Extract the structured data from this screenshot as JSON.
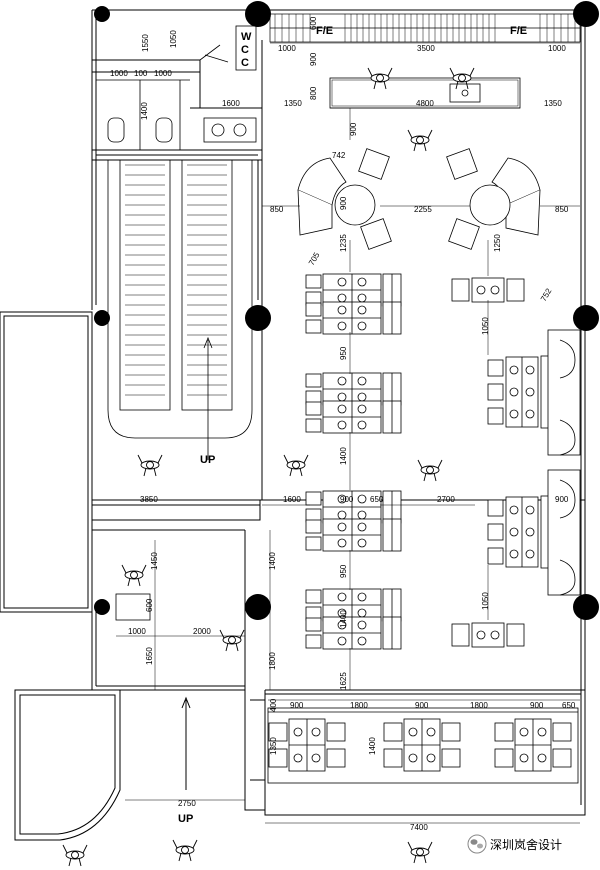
{
  "labels": {
    "fe_left": "F/E",
    "fe_right": "F/E",
    "wcc": "WCC",
    "up_stair": "UP",
    "up_entry": "UP",
    "watermark": "深圳岚舍设计"
  },
  "dims": {
    "d1550": "1550",
    "d1050a": "1050",
    "d600a": "600",
    "d900a": "900",
    "d800": "800",
    "d1000a": "1000",
    "d3500": "3500",
    "d1000b": "1000",
    "d1000c": "1000",
    "d100": "100",
    "d1000d": "1000",
    "d1400a": "1400",
    "d1600a": "1600",
    "d1350a": "1350",
    "d4800": "4800",
    "d1350b": "1350",
    "d900b": "900",
    "d742": "742",
    "d900c": "900",
    "d850a": "850",
    "d2255": "2255",
    "d850b": "850",
    "d1235": "1235",
    "d1250": "1250",
    "d705": "705",
    "d752": "752",
    "d1050b": "1050",
    "d950a": "950",
    "d1400b": "1400",
    "d3850": "3850",
    "d1600b": "1600",
    "d900d": "900",
    "d650a": "650",
    "d2700": "2700",
    "d900e": "900",
    "d1400c": "1400",
    "d1450": "1450",
    "d950b": "950",
    "d1050c": "1050",
    "d600b": "600",
    "d1000e": "1000",
    "d2000": "2000",
    "d1400d": "1400",
    "d1650": "1650",
    "d1800a": "1800",
    "d1625": "1625",
    "d400": "400",
    "d900f": "900",
    "d1800b": "1800",
    "d900g": "900",
    "d1800c": "1800",
    "d900h": "900",
    "d650b": "650",
    "d1350c": "1350",
    "d1400e": "1400",
    "d2750": "2750",
    "d7400": "7400"
  }
}
